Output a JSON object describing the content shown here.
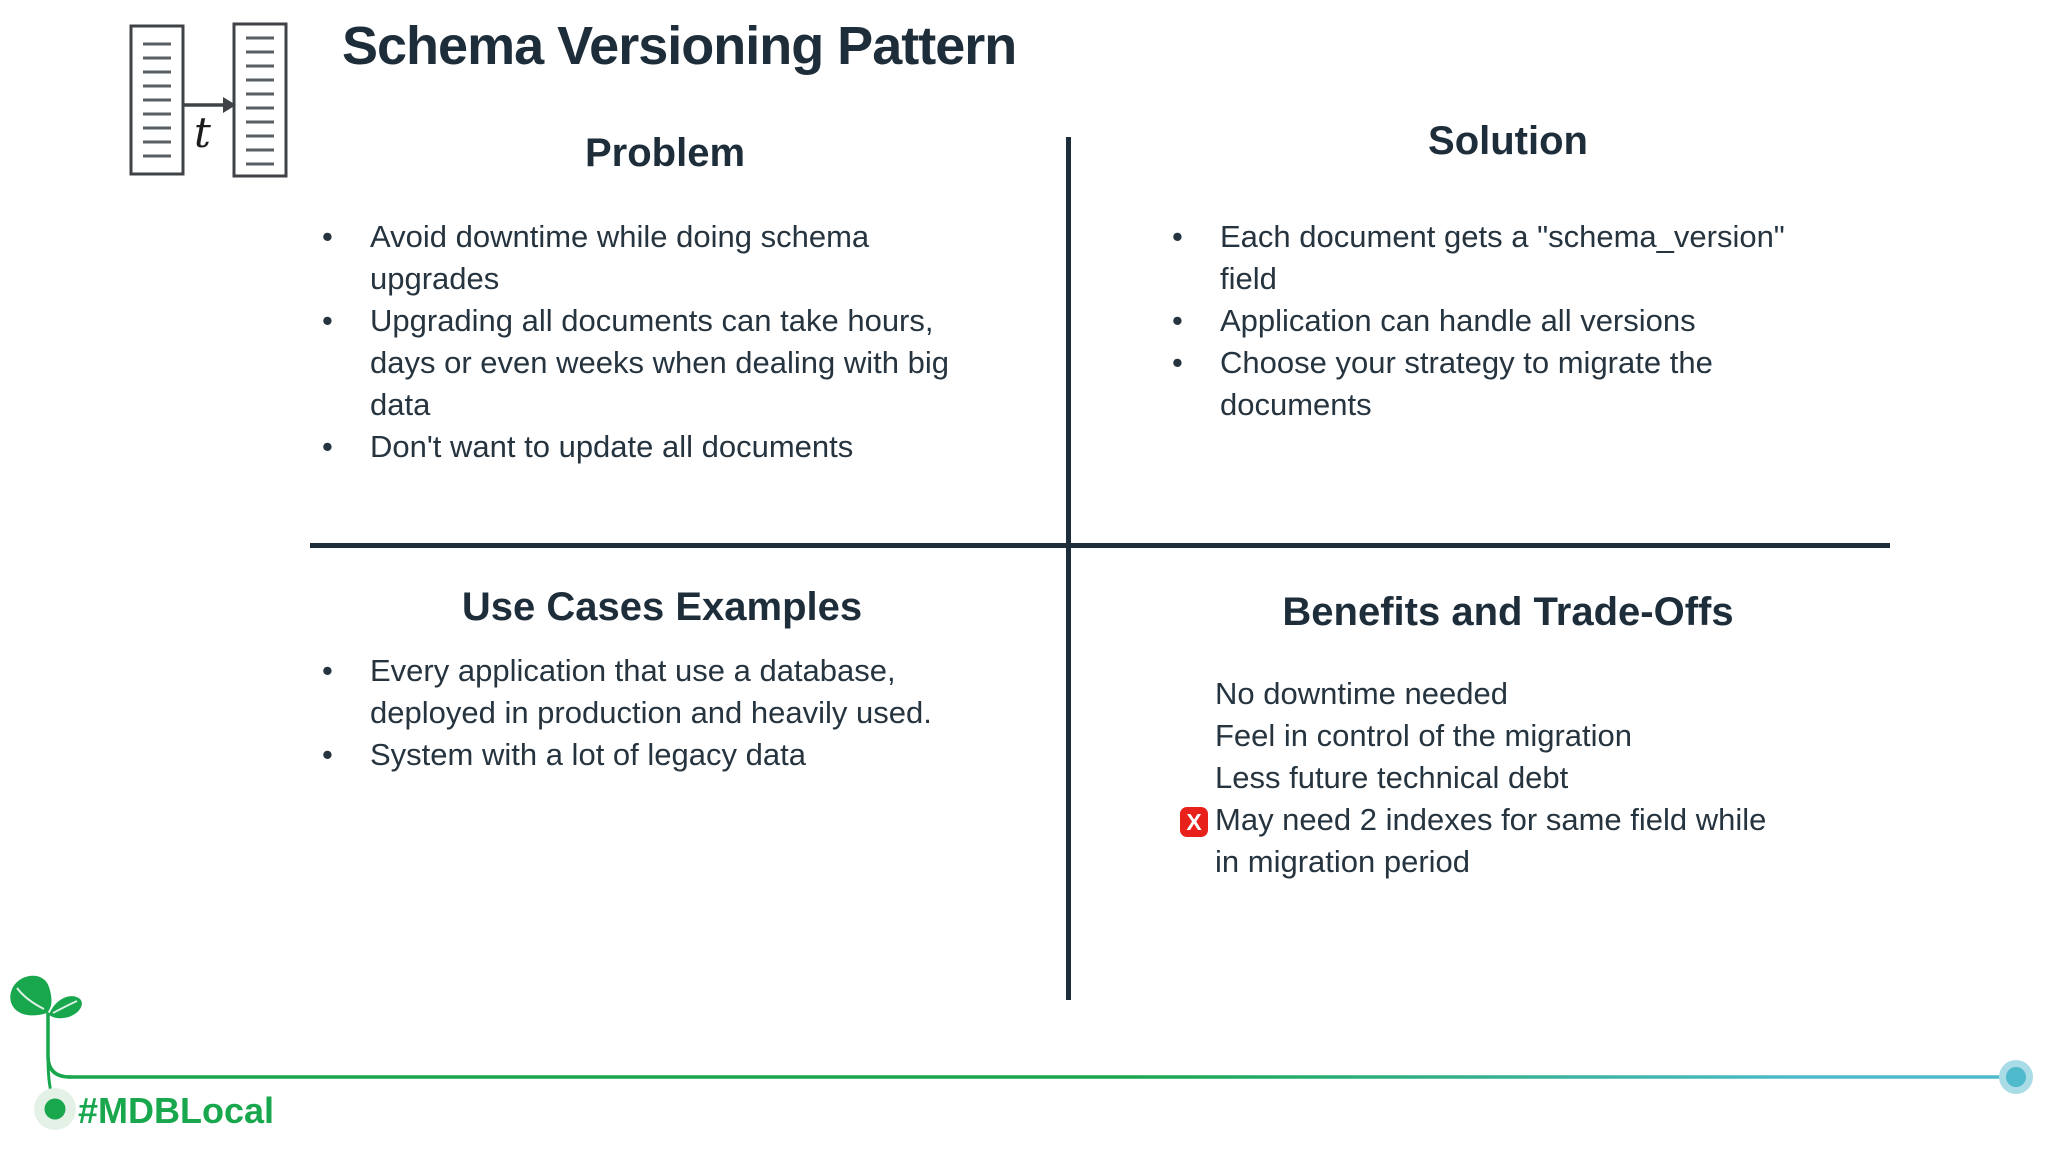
{
  "title": "Schema Versioning Pattern",
  "logo": {
    "name": "documents-migration-icon",
    "arrow_label": "t"
  },
  "quadrants": {
    "problem": {
      "heading": "Problem",
      "bullets": [
        "Avoid downtime while doing schema\nupgrades",
        "Upgrading all documents can take hours,\ndays or even weeks when dealing with big\ndata",
        "Don't want to update all documents"
      ]
    },
    "solution": {
      "heading": "Solution",
      "bullets": [
        "Each document gets a \"schema_version\"\nfield",
        "Application can handle all versions",
        "Choose your strategy to migrate the\ndocuments"
      ]
    },
    "use_cases": {
      "heading": "Use Cases Examples",
      "bullets": [
        "Every application that use a database,\ndeployed in production and heavily used.",
        "System with a lot of legacy data"
      ]
    },
    "benefits": {
      "heading": "Benefits and Trade-Offs",
      "items": [
        {
          "icon": "none",
          "text": "No downtime needed"
        },
        {
          "icon": "none",
          "text": "Feel in control of the migration"
        },
        {
          "icon": "none",
          "text": "Less future technical debt"
        },
        {
          "icon": "x-icon",
          "text": "May need 2 indexes for same field while\nin migration period"
        }
      ]
    }
  },
  "footer": {
    "hashtag": "#MDBLocal"
  },
  "glyphs": {
    "bullet": "•",
    "x": "X"
  },
  "colors": {
    "navy": "#1e2d3a",
    "body": "#26343f",
    "green": "#18a74d",
    "green_pale": "#e4f1e7",
    "teal": "#4fbacc",
    "teal_pale": "#a9dce6",
    "red": "#e8211b",
    "doc_stroke": "#3f4347",
    "doc_line": "#5a5f63"
  }
}
